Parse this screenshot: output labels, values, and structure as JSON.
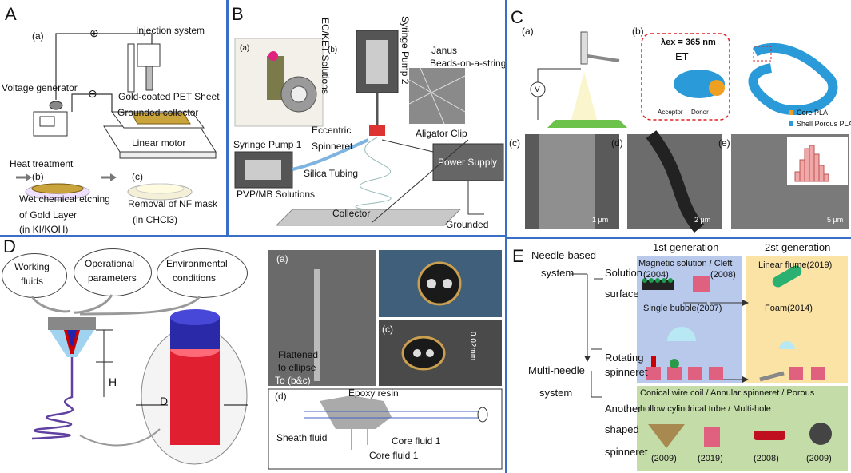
{
  "panels": {
    "A": {
      "letter": "A",
      "sub_a": "(a)",
      "sub_b": "(b)",
      "sub_c": "(c)",
      "plus": "⊕",
      "minus": "⊖",
      "injection": "Injection system",
      "voltage": "Voltage generator",
      "sheet": "Gold-coated PET Sheet",
      "grounded": "Grounded collector",
      "motor": "Linear motor",
      "heat": "Heat treatment",
      "wet1": "Wet chemical etching",
      "wet2": "of Gold Layer",
      "wet3": "(in KI/KOH)",
      "rem1": "Removal of NF mask",
      "rem2": "(in CHCl3)"
    },
    "B": {
      "letter": "B",
      "sub_a": "(a)",
      "sub_b": "(b)",
      "ecket": "EC/KET Solutions",
      "pump2": "Syringe Pump 2",
      "janus": "Janus",
      "beads": "Beads-on-a-string",
      "aligator": "Aligator Clip",
      "eccentric": "Eccentric",
      "spinneret": "Spinneret",
      "pump1": "Syringe Pump 1",
      "silica": "Silica Tubing",
      "pvp": "PVP/MB Solutions",
      "power": "Power Supply",
      "collector": "Collector",
      "grounded": "Grounded"
    },
    "C": {
      "letter": "C",
      "sub_a": "(a)",
      "sub_b": "(b)",
      "sub_c": "(c)",
      "sub_d": "(d)",
      "sub_e": "(e)",
      "lambda": "λex = 365 nm",
      "et": "ET",
      "acceptor": "Acceptor",
      "donor": "Donor",
      "core": "Core PLA",
      "shell": "Shell Porous PLA",
      "voltage_symbol": "V",
      "scale_c": "1 μm",
      "scale_d": "2 μm",
      "scale_e": "5 μm"
    },
    "D": {
      "letter": "D",
      "working1": "Working",
      "working2": "fluids",
      "oper1": "Operational",
      "oper2": "parameters",
      "env1": "Environmental",
      "env2": "conditions",
      "h": "H",
      "d": "D",
      "sub_a": "(a)",
      "sub_c": "(c)",
      "sub_d": "(d)",
      "flattened1": "Flattened",
      "flattened2": "to ellipse",
      "to_bc": "To (b&c)",
      "scale": "0.02mm",
      "epoxy": "Epoxy resin",
      "sheath": "Sheath fluid",
      "core1a": "Core fluid 1",
      "core1b": "Core fluid 1"
    },
    "E": {
      "letter": "E",
      "needle1": "Needle-based",
      "needle2": "system",
      "solution1": "Solution",
      "solution2": "surface",
      "rotating1": "Rotating",
      "rotating2": "spinneret",
      "another1": "Another",
      "another2": "shaped",
      "another3": "spinneret",
      "multi1": "Multi-needle",
      "multi2": "system",
      "gen1": "1st generation",
      "gen2": "2st generation",
      "magnetic": "Magnetic solution / Cleft",
      "y2004": "(2004)",
      "y2008a": "(2008)",
      "single": "Single bubble(2007)",
      "linear": "Linear flume(2019)",
      "foam": "Foam(2014)",
      "conical1": "Conical wire coil / Annular spinneret / Porous",
      "conical2": "hollow cylindrical tube / Multi-hole",
      "y2009a": "(2009)",
      "y2019": "(2019)",
      "y2008b": "(2008)",
      "y2009b": "(2009)"
    }
  },
  "colors": {
    "divider": "#3a6fc8",
    "blue_box": "#b8c9ec",
    "yellow_box": "#fbe3a6",
    "green_box": "#c3dca8"
  }
}
